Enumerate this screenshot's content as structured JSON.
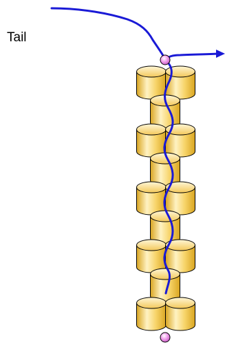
{
  "labels": {
    "tail": "Tail"
  },
  "colors": {
    "thread": "#1a1ad6",
    "bead_fill_light": "#fff2c2",
    "bead_fill_mid": "#f7d46a",
    "bead_fill_dark": "#d9a520",
    "stop_bead_fill": "#f3a6ee",
    "outline": "#000000"
  },
  "icons": {
    "thread_end": "arrowhead",
    "stop_bead": "round-bead"
  },
  "diagram": {
    "pattern": "2-1-2-1-2-1-2-1-2",
    "pairs": 5,
    "singles": 4
  }
}
